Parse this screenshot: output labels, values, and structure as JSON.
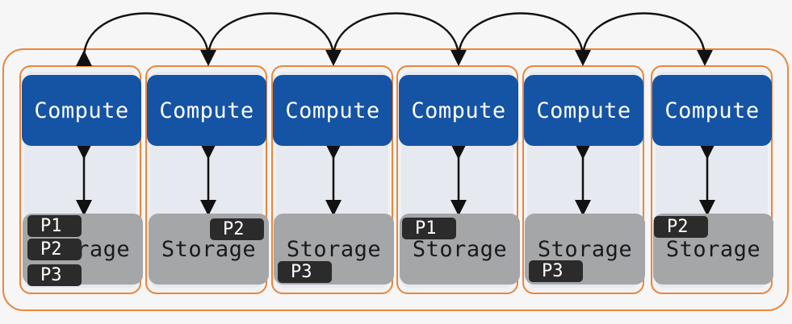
{
  "diagram": {
    "nodes": [
      {
        "compute": "Compute",
        "storage": "Storage",
        "partitions": [
          "P1",
          "P2",
          "P3"
        ]
      },
      {
        "compute": "Compute",
        "storage": "Storage",
        "partitions": [
          "P2"
        ]
      },
      {
        "compute": "Compute",
        "storage": "Storage",
        "partitions": [
          "P3"
        ]
      },
      {
        "compute": "Compute",
        "storage": "Storage",
        "partitions": [
          "P1"
        ]
      },
      {
        "compute": "Compute",
        "storage": "Storage",
        "partitions": [
          "P3"
        ]
      },
      {
        "compute": "Compute",
        "storage": "Storage",
        "partitions": [
          "P2"
        ]
      }
    ]
  },
  "colors": {
    "compute": "#1553a5",
    "storage": "#a5a6a8",
    "border": "#e8873a",
    "badge": "#2b2b2b"
  }
}
